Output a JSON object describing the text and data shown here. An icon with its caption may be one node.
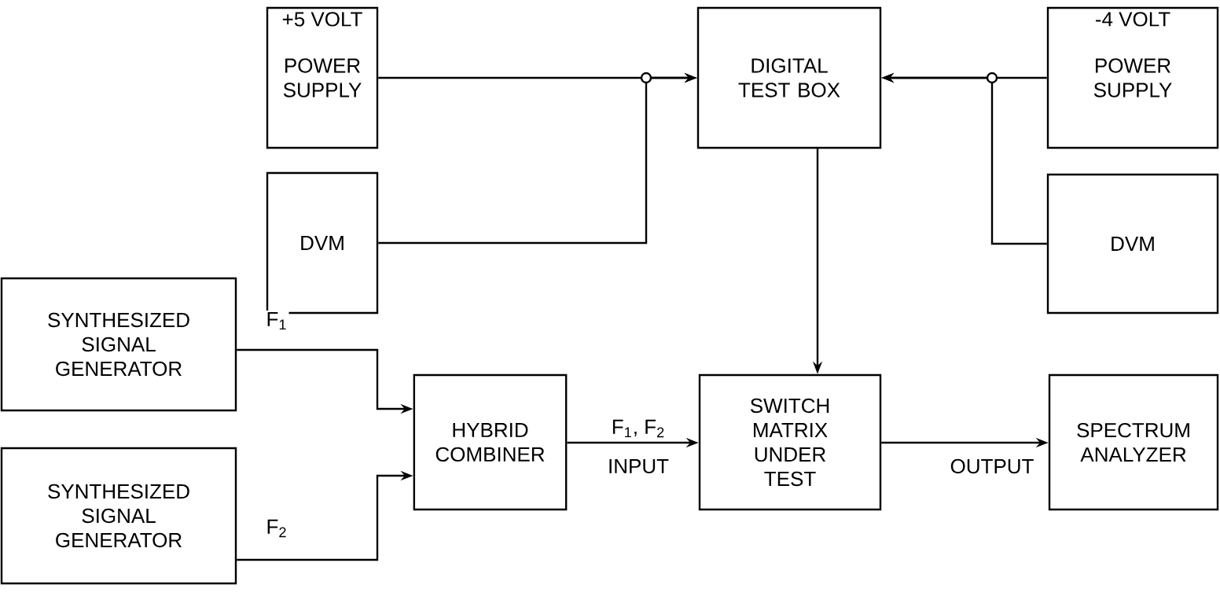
{
  "diagram": {
    "nodes": [
      {
        "text": [
          "+5 VOLT",
          "POWER SUPPLY"
        ]
      },
      {
        "text": [
          "DIGITAL TEST BOX"
        ]
      },
      {
        "text": [
          "-4 VOLT",
          "POWER SUPPLY"
        ]
      },
      {
        "text": [
          "DVM"
        ]
      },
      {
        "text": [
          "DVM"
        ]
      },
      {
        "text": [
          "SYNTHESIZED SIGNAL GENERATOR"
        ]
      },
      {
        "text": [
          "SYNTHESIZED SIGNAL GENERATOR"
        ]
      },
      {
        "text": [
          "HYBRID COMBINER"
        ]
      },
      {
        "text": [
          "SWITCH MATRIX UNDER TEST"
        ]
      },
      {
        "text": [
          "SPECTRUM ANALYZER"
        ]
      }
    ],
    "edges": [
      {
        "from": 0,
        "to": 1,
        "arrow": "to"
      },
      {
        "from": 3,
        "to": 1,
        "arrow": "to"
      },
      {
        "from": 2,
        "to": 1,
        "arrow": "to"
      },
      {
        "from": 4,
        "to": 1,
        "arrow": "to"
      },
      {
        "from": 1,
        "to": 8,
        "arrow": "to"
      },
      {
        "from": 5,
        "to": 7,
        "arrow": "to",
        "label": "F$_{1}$"
      },
      {
        "from": 6,
        "to": 7,
        "arrow": "to",
        "label": "F$_{2}$"
      },
      {
        "from": 7,
        "to": 8,
        "arrow": "to",
        "label": "INPUT"
      },
      {
        "from": 8,
        "to": 9,
        "arrow": "to",
        "label": "OUTPUT"
      }
    ],
    "labels": [
      "F$_{1}$, F$_{2}$"
    ]
  }
}
